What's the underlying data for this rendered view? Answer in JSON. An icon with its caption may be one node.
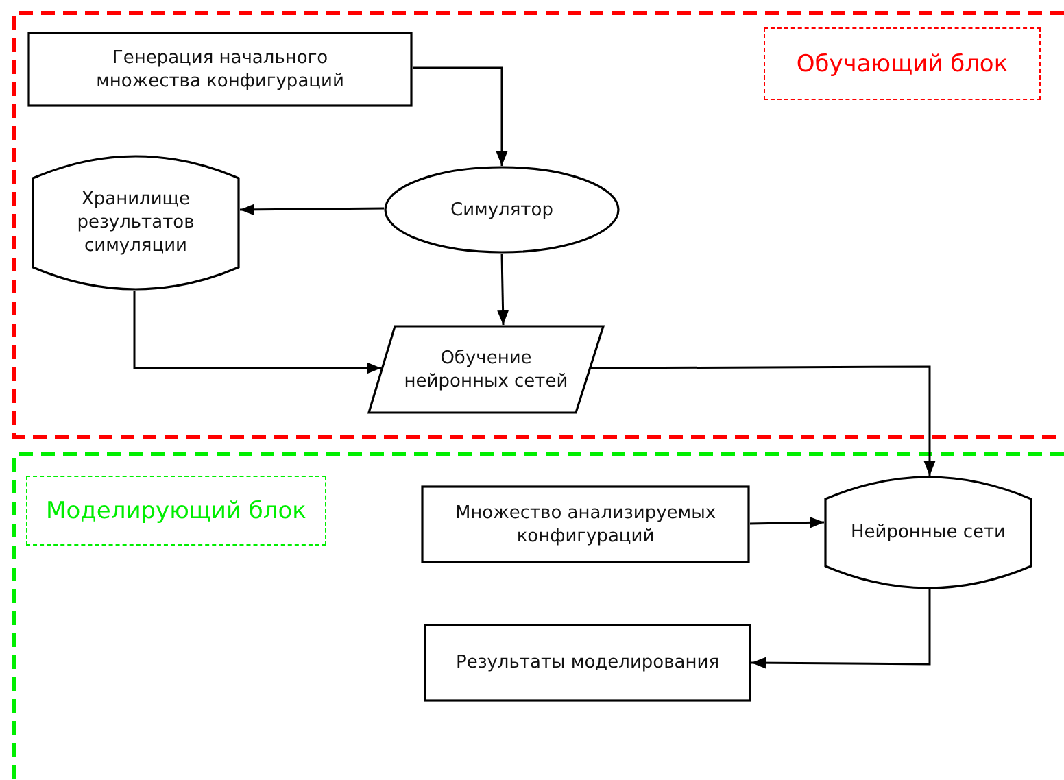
{
  "diagram": {
    "nodes": [
      {
        "text": [
          "Обучающий блок"
        ]
      },
      {
        "text": [
          "Генерация начального множества конфигураций"
        ],
        "in": 0
      },
      {
        "text": [
          "Хранилище результатов симуляции"
        ],
        "in": 0
      },
      {
        "text": [
          "Симулятор"
        ],
        "in": 0
      },
      {
        "text": [
          "Обучение нейронных сетей"
        ],
        "in": 0
      },
      {
        "text": [
          "Моделирующий блок"
        ]
      },
      {
        "text": [
          "Множество анализируемых конфигураций"
        ],
        "in": 5
      },
      {
        "text": [
          "Нейронные сети"
        ],
        "in": 5
      },
      {
        "text": [
          "Результаты моделирования"
        ],
        "in": 5
      }
    ],
    "edges": [
      {
        "from": 1,
        "to": 3,
        "arrow": "to"
      },
      {
        "from": 3,
        "to": 2,
        "arrow": "to"
      },
      {
        "from": 3,
        "to": 4,
        "arrow": "to"
      },
      {
        "from": 2,
        "to": 4,
        "arrow": "to"
      },
      {
        "from": 4,
        "to": 7,
        "arrow": "to"
      },
      {
        "from": 6,
        "to": 7,
        "arrow": "to"
      },
      {
        "from": 7,
        "to": 8,
        "arrow": "to"
      }
    ]
  }
}
